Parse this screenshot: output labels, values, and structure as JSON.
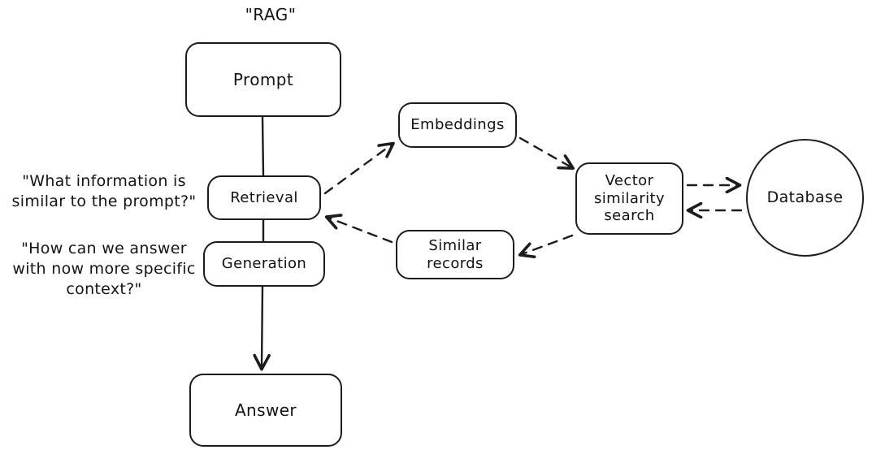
{
  "diagram": {
    "title": "\"RAG\"",
    "nodes": {
      "prompt": "Prompt",
      "retrieval": "Retrieval",
      "generation": "Generation",
      "answer": "Answer",
      "embeddings": "Embeddings",
      "similar_records": "Similar\nrecords",
      "vector_search": "Vector\nsimilarity\nsearch",
      "database": "Database"
    },
    "annotations": {
      "retrieval_question": "\"What information is\nsimilar to the prompt?\"",
      "generation_question": "\"How can we answer\nwith now more specific\ncontext?\""
    },
    "edges": [
      {
        "from": "prompt",
        "to": "retrieval",
        "style": "solid",
        "arrow": "none"
      },
      {
        "from": "retrieval",
        "to": "generation",
        "style": "solid",
        "arrow": "none"
      },
      {
        "from": "generation",
        "to": "answer",
        "style": "solid",
        "arrow": "end"
      },
      {
        "from": "retrieval",
        "to": "embeddings",
        "style": "dashed",
        "arrow": "end"
      },
      {
        "from": "embeddings",
        "to": "vector_search",
        "style": "dashed",
        "arrow": "end"
      },
      {
        "from": "vector_search",
        "to": "database",
        "style": "dashed",
        "arrow": "end"
      },
      {
        "from": "database",
        "to": "vector_search",
        "style": "dashed",
        "arrow": "end"
      },
      {
        "from": "vector_search",
        "to": "similar_records",
        "style": "dashed",
        "arrow": "end"
      },
      {
        "from": "similar_records",
        "to": "retrieval",
        "style": "dashed",
        "arrow": "end"
      }
    ],
    "colors": {
      "stroke": "#1c1c1c",
      "text": "#121212",
      "background": "#ffffff"
    }
  }
}
